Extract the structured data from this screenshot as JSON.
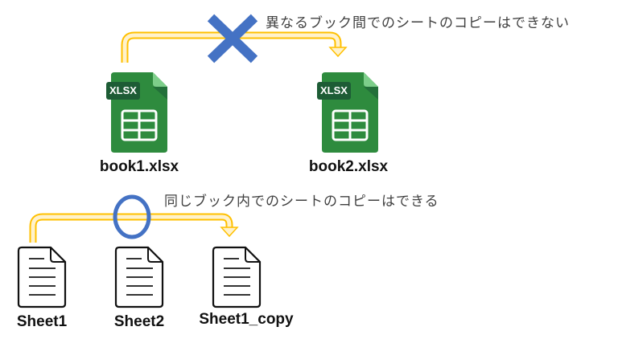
{
  "top_section": {
    "caption": "異なるブック間でのシートのコピーはできない",
    "verdict_icon": "cross-mark-icon",
    "verdict_color": "#4472C4",
    "arrow_color": "#FFC000",
    "files": [
      {
        "name": "book1.xlsx",
        "badge": "XLSX",
        "icon": "excel-file-icon"
      },
      {
        "name": "book2.xlsx",
        "badge": "XLSX",
        "icon": "excel-file-icon"
      }
    ]
  },
  "bottom_section": {
    "caption": "同じブック内でのシートのコピーはできる",
    "verdict_icon": "circle-mark-icon",
    "verdict_color": "#4472C4",
    "arrow_color": "#FFC000",
    "sheets": [
      {
        "name": "Sheet1",
        "icon": "document-icon"
      },
      {
        "name": "Sheet2",
        "icon": "document-icon"
      },
      {
        "name": "Sheet1_copy",
        "icon": "document-icon"
      }
    ]
  }
}
